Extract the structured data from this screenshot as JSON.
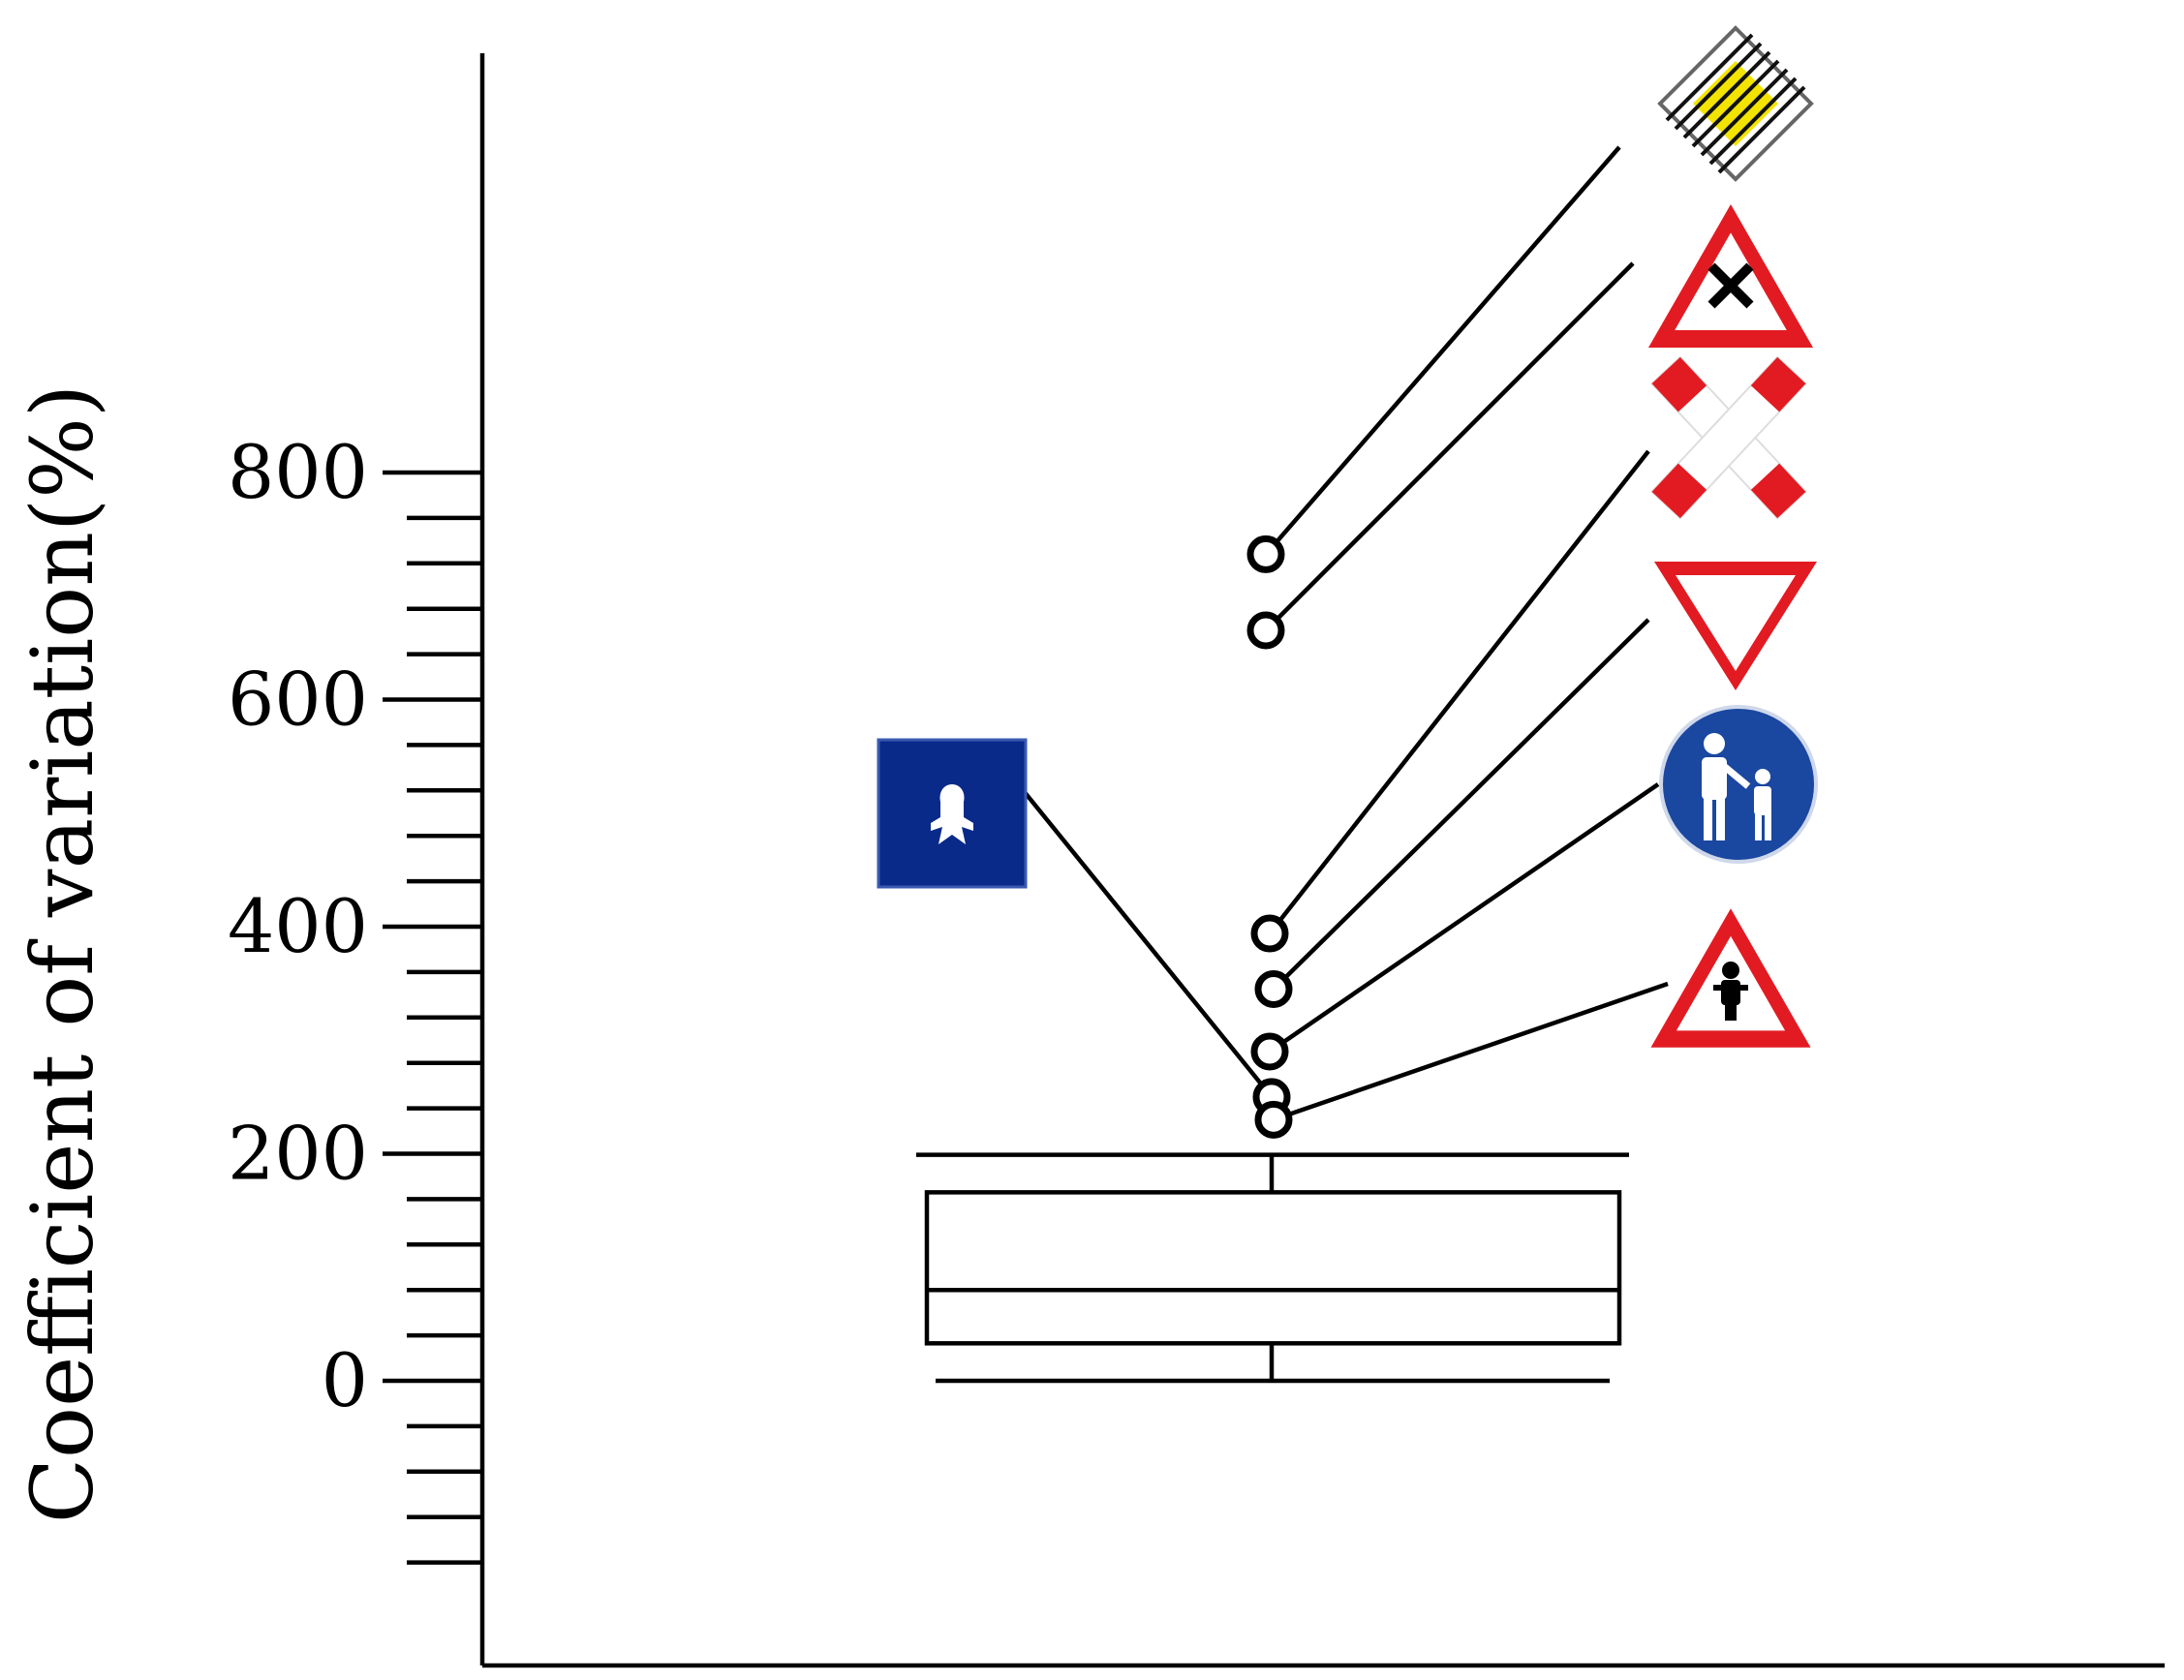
{
  "chart_data": {
    "type": "box",
    "ylabel": "Coefficient of variation(%)",
    "xlabel": "",
    "title": "",
    "ylim": [
      -160,
      960
    ],
    "y_ticks": [
      0,
      200,
      400,
      600,
      800
    ],
    "minor_tick_step": 40,
    "grid": false,
    "box": {
      "whisker_low": 0,
      "q1": 33,
      "median": 80,
      "q3": 166,
      "whisker_high": 199
    },
    "outliers": [
      {
        "value": 728,
        "sign": "end-of-priority-road-sign"
      },
      {
        "value": 661,
        "sign": "intersection-warning-sign"
      },
      {
        "value": 394,
        "sign": "railway-crossing-sign"
      },
      {
        "value": 345,
        "sign": "yield-sign"
      },
      {
        "value": 290,
        "sign": "pedestrian-path-sign"
      },
      {
        "value": 250,
        "sign": "blue-square-sign"
      },
      {
        "value": 230,
        "sign": "pedestrian-warning-sign"
      }
    ],
    "colors": {
      "sign_red": "#e21b22",
      "sign_blue": "#1a47a0",
      "sign_navy": "#0a2a8a",
      "sign_yellow": "#f2e400"
    }
  }
}
